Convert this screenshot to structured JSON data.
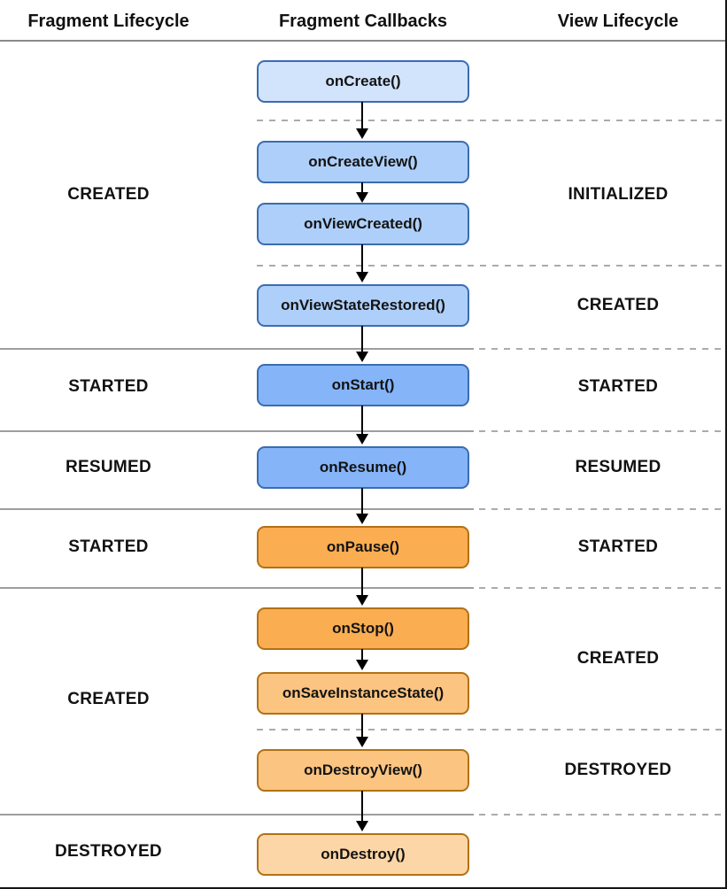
{
  "header": {
    "fragment_lifecycle": "Fragment Lifecycle",
    "fragment_callbacks": "Fragment Callbacks",
    "view_lifecycle": "View Lifecycle"
  },
  "callbacks": [
    {
      "label": "onCreate()"
    },
    {
      "label": "onCreateView()"
    },
    {
      "label": "onViewCreated()"
    },
    {
      "label": "onViewStateRestored()"
    },
    {
      "label": "onStart()"
    },
    {
      "label": "onResume()"
    },
    {
      "label": "onPause()"
    },
    {
      "label": "onStop()"
    },
    {
      "label": "onSaveInstanceState()"
    },
    {
      "label": "onDestroyView()"
    },
    {
      "label": "onDestroy()"
    }
  ],
  "fragment_states": [
    {
      "label": "CREATED"
    },
    {
      "label": "STARTED"
    },
    {
      "label": "RESUMED"
    },
    {
      "label": "STARTED"
    },
    {
      "label": "CREATED"
    },
    {
      "label": "DESTROYED"
    }
  ],
  "view_states": [
    {
      "label": "INITIALIZED"
    },
    {
      "label": "CREATED"
    },
    {
      "label": "STARTED"
    },
    {
      "label": "RESUMED"
    },
    {
      "label": "STARTED"
    },
    {
      "label": "CREATED"
    },
    {
      "label": "DESTROYED"
    }
  ],
  "colors": {
    "blue_pale": "#d2e3fc",
    "blue_light": "#aecff9",
    "blue_medium": "#85b4f8",
    "blue_border": "#3b6cb0",
    "orange_strong": "#fbad52",
    "orange_light": "#fbc480",
    "orange_pale": "#fcd6a6",
    "orange_border": "#b27114",
    "divider_gray": "#9e9e9e",
    "dash_gray": "#ababab",
    "arrow_black": "#000000"
  }
}
